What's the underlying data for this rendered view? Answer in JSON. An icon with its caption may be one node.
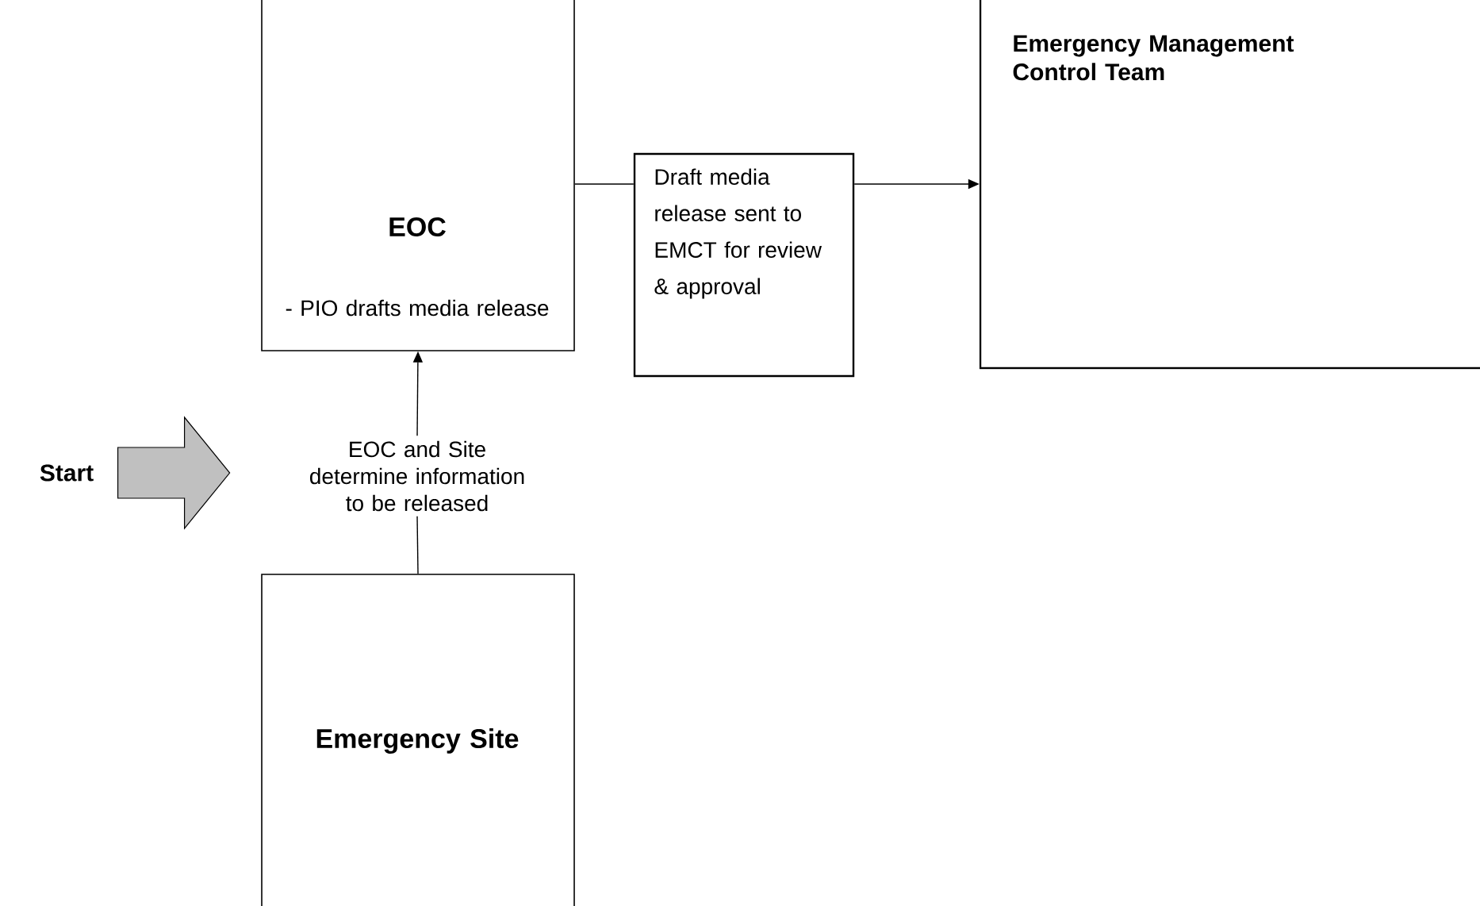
{
  "diagram": {
    "nodes": [
      {
        "text": [
          "EOC",
          "- PIO drafts media release"
        ]
      },
      {
        "text": [
          "Draft media release sent to EMCT for review & approval"
        ]
      },
      {
        "text": [
          "Emergency Management Control Team"
        ]
      },
      {
        "text": [
          "Start"
        ]
      },
      {
        "text": [
          "EOC and Site determine information to be released"
        ]
      },
      {
        "text": [
          "Emergency Site"
        ]
      }
    ],
    "edges": [
      {
        "from": 0,
        "to": 1,
        "arrow": "none"
      },
      {
        "from": 1,
        "to": 2,
        "arrow": "to"
      },
      {
        "from": 3,
        "to": 4,
        "arrow": "to",
        "style": "thick",
        "color": "#c0c0c0"
      },
      {
        "from": 5,
        "to": 4,
        "arrow": "none"
      },
      {
        "from": 4,
        "to": 0,
        "arrow": "to"
      }
    ]
  }
}
